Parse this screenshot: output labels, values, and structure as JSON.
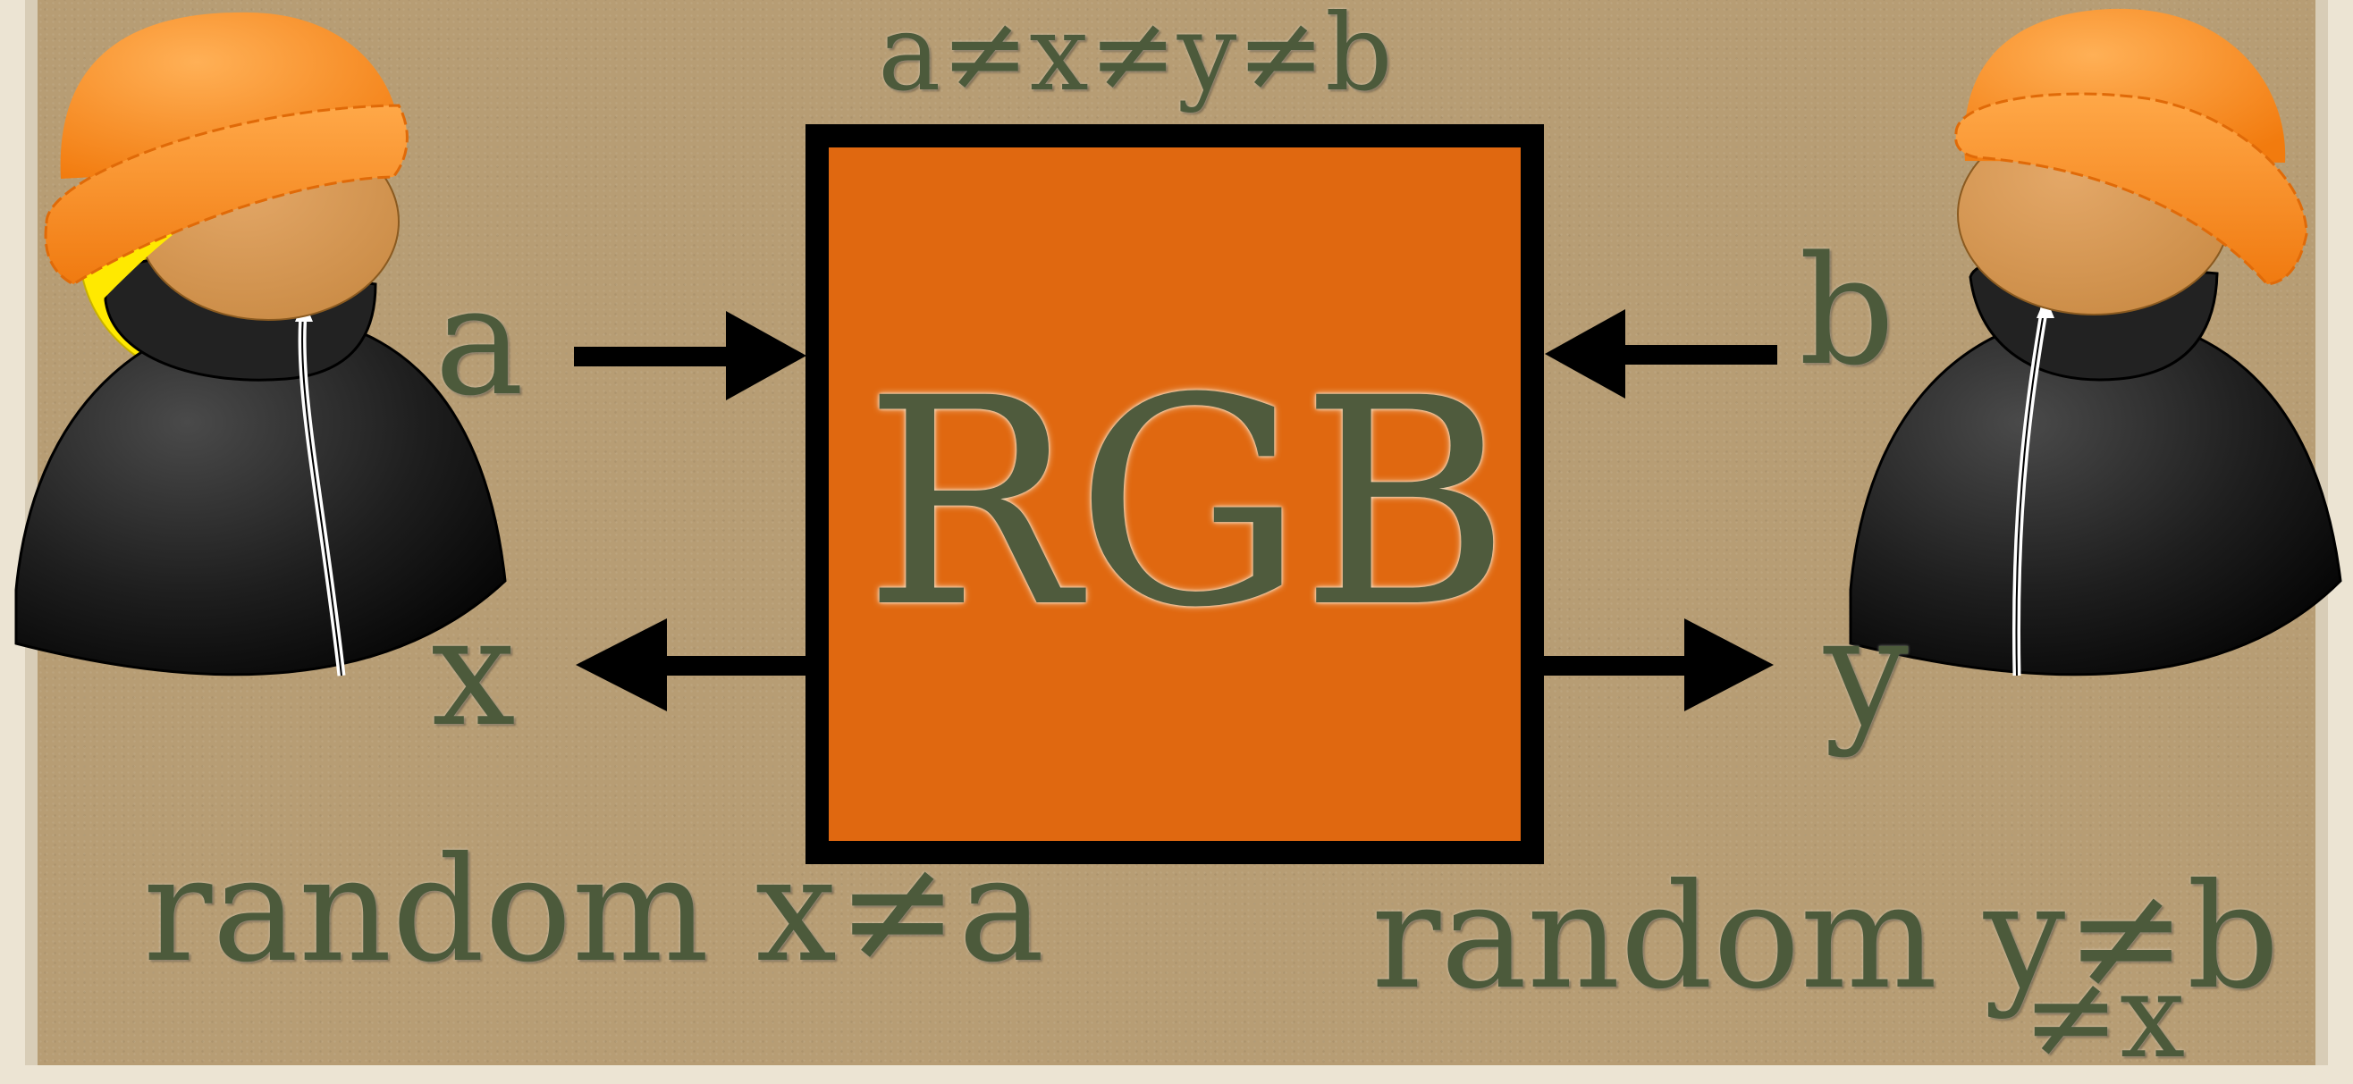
{
  "diagram": {
    "title_condition": "a≠x≠y≠b",
    "box_label": "RGB",
    "left_input": "a",
    "left_output": "x",
    "right_input": "b",
    "right_output": "y",
    "left_caption": "random x≠a",
    "right_caption_line1": "random y≠b",
    "right_caption_line2": "≠x"
  },
  "colors": {
    "background": "#b79d74",
    "box_fill": "#e06810",
    "box_border": "#000000",
    "text": "#4c5a3b",
    "hat": "#f88a1c",
    "hair": "#ffea00",
    "coat": "#1c1c1c"
  }
}
